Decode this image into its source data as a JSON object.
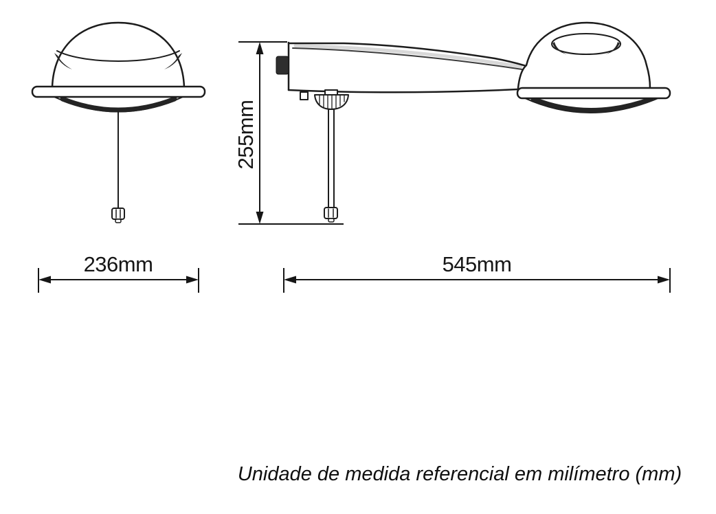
{
  "caption": "Unidade de medida referencial em milímetro (mm)",
  "views": {
    "front": {
      "width_label": "236mm"
    },
    "side": {
      "height_label": "255mm",
      "width_label": "545mm"
    }
  },
  "colors": {
    "line": "#1c1c1c",
    "shadow": "#262626",
    "background": "#ffffff"
  }
}
